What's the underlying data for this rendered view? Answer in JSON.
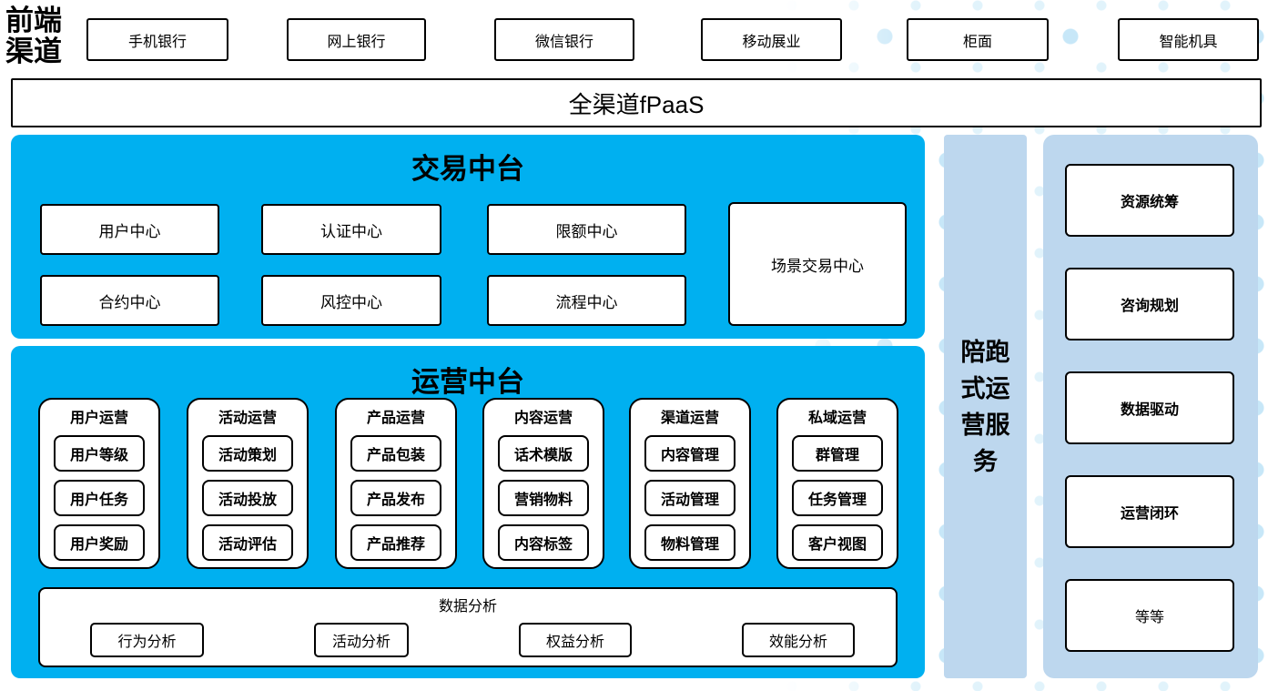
{
  "colors": {
    "primary_blue": "#00b0f0",
    "light_blue": "#bdd7ee",
    "dot_blue": "#c7e7f8"
  },
  "front_channels": {
    "label": "前端渠道",
    "items": [
      "手机银行",
      "网上银行",
      "微信银行",
      "移动展业",
      "柜面",
      "智能机具"
    ]
  },
  "fpaas": {
    "label": "全渠道fPaaS"
  },
  "transaction": {
    "title": "交易中台",
    "row1": [
      "用户中心",
      "认证中心",
      "限额中心"
    ],
    "row2": [
      "合约中心",
      "风控中心",
      "流程中心"
    ],
    "scene_center": "场景交易中心"
  },
  "operations": {
    "title": "运营中台",
    "columns": [
      {
        "header": "用户运营",
        "items": [
          "用户等级",
          "用户任务",
          "用户奖励"
        ]
      },
      {
        "header": "活动运营",
        "items": [
          "活动策划",
          "活动投放",
          "活动评估"
        ]
      },
      {
        "header": "产品运营",
        "items": [
          "产品包装",
          "产品发布",
          "产品推荐"
        ]
      },
      {
        "header": "内容运营",
        "items": [
          "话术模版",
          "营销物料",
          "内容标签"
        ]
      },
      {
        "header": "渠道运营",
        "items": [
          "内容管理",
          "活动管理",
          "物料管理"
        ]
      },
      {
        "header": "私域运营",
        "items": [
          "群管理",
          "任务管理",
          "客户视图"
        ]
      }
    ],
    "analysis": {
      "title": "数据分析",
      "items": [
        "行为分析",
        "活动分析",
        "权益分析",
        "效能分析"
      ]
    }
  },
  "side_strip": {
    "label": "陪跑式运营服务"
  },
  "services": {
    "items": [
      "资源统筹",
      "咨询规划",
      "数据驱动",
      "运营闭环",
      "等等"
    ]
  }
}
